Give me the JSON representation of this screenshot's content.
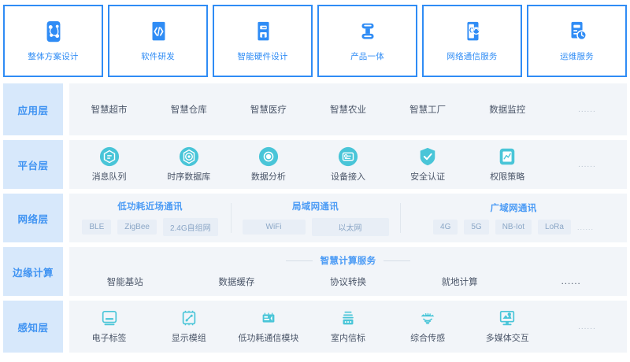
{
  "colors": {
    "primary_blue": "#2f8cf5",
    "tag_bg": "#d7e8fb",
    "tag_text": "#3f93f2",
    "body_bg": "#f2f5f9",
    "cyan": "#49c5d8",
    "chip_bg": "#e8eef6",
    "chip_text": "#8aa6c6",
    "text": "#4a5568"
  },
  "top_cards": [
    {
      "label": "整体方案设计",
      "icon": "solution-design-icon"
    },
    {
      "label": "软件研发",
      "icon": "code-software-icon"
    },
    {
      "label": "智能硬件设计",
      "icon": "hardware-design-icon"
    },
    {
      "label": "产品一体",
      "icon": "product-integration-icon"
    },
    {
      "label": "网络通信服务",
      "icon": "network-service-icon"
    },
    {
      "label": "运维服务",
      "icon": "operations-clock-icon"
    }
  ],
  "layers": {
    "application": {
      "tag": "应用层",
      "items": [
        "智慧超市",
        "智慧仓库",
        "智慧医疗",
        "智慧农业",
        "智慧工厂",
        "数据监控"
      ],
      "more": "......"
    },
    "platform": {
      "tag": "平台层",
      "items": [
        {
          "label": "消息队列",
          "icon": "message-queue-icon"
        },
        {
          "label": "时序数据库",
          "icon": "timeseries-db-icon"
        },
        {
          "label": "数据分析",
          "icon": "data-analysis-icon"
        },
        {
          "label": "设备接入",
          "icon": "device-access-icon"
        },
        {
          "label": "安全认证",
          "icon": "security-shield-icon"
        },
        {
          "label": "权限策略",
          "icon": "policy-chart-icon"
        }
      ],
      "more": "......"
    },
    "network": {
      "tag": "网络层",
      "groups": [
        {
          "title": "低功耗近场通讯",
          "chips": [
            "BLE",
            "ZigBee",
            "2.4G自组网"
          ]
        },
        {
          "title": "局域网通讯",
          "chips": [
            "WiFi",
            "以太网"
          ]
        },
        {
          "title": "广域网通讯",
          "chips": [
            "4G",
            "5G",
            "NB-Iot",
            "LoRa"
          ]
        }
      ],
      "more": "......"
    },
    "edge": {
      "tag": "边缘计算",
      "title": "智慧计算服务",
      "items": [
        "智能基站",
        "数据缓存",
        "协议转换",
        "就地计算"
      ],
      "more": "......"
    },
    "sensing": {
      "tag": "感知层",
      "items": [
        {
          "label": "电子标签",
          "icon": "electronic-tag-icon"
        },
        {
          "label": "显示模组",
          "icon": "display-module-icon"
        },
        {
          "label": "低功耗通信模块",
          "icon": "low-power-comm-icon"
        },
        {
          "label": "室内信标",
          "icon": "indoor-beacon-icon"
        },
        {
          "label": "综合传感",
          "icon": "integrated-sensor-icon"
        },
        {
          "label": "多媒体交互",
          "icon": "multimedia-interaction-icon"
        }
      ],
      "more": "......"
    }
  }
}
